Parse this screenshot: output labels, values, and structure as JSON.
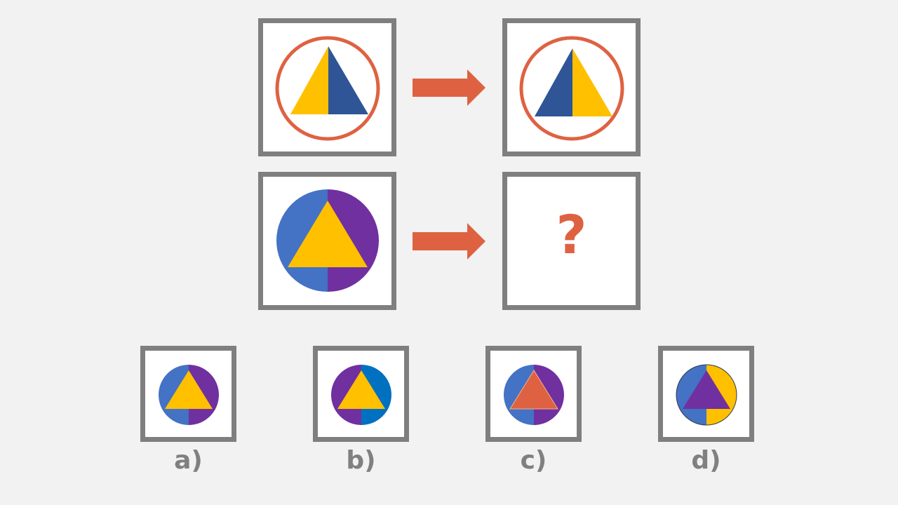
{
  "puzzle": {
    "question_mark": "?",
    "colors": {
      "background": "#f2f2f2",
      "frame": "#7f7f7f",
      "accent": "#de6242",
      "yellow": "#ffc000",
      "navy": "#2f5597",
      "blue": "#4472c4",
      "purple": "#7030a0",
      "bright_blue": "#0070c0",
      "label": "#808080"
    }
  },
  "options": [
    {
      "label": "a)"
    },
    {
      "label": "b)"
    },
    {
      "label": "c)"
    },
    {
      "label": "d)"
    }
  ]
}
